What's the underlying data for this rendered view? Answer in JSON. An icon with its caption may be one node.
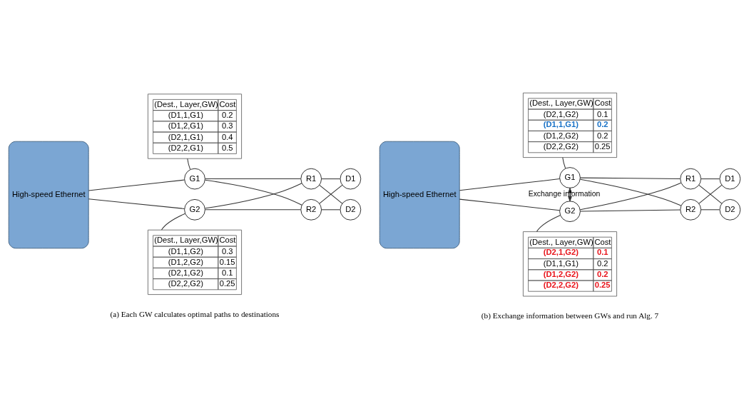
{
  "diagram": {
    "nodes": [
      {
        "text": [
          "High-speed Ethernet"
        ]
      },
      {
        "text": [
          "G1"
        ]
      },
      {
        "text": [
          "R1"
        ]
      },
      {
        "text": [
          "D1"
        ]
      },
      {
        "text": [
          "G2"
        ]
      },
      {
        "text": [
          "R2"
        ]
      },
      {
        "text": [
          "D2"
        ]
      },
      {
        "text": [
          "(Dest., Layer,GW)",
          "Cost",
          "(D1,1,G1)",
          "0.2",
          "(D1,2,G1)",
          "0.3",
          "(D2,1,G1)",
          "0.4",
          "(D2,2,G1)",
          "0.5"
        ]
      },
      {
        "text": [
          "(Dest., Layer,GW)",
          "Cost",
          "(D1,1,G2)",
          "0.3",
          "(D1,2,G2)",
          "0.15",
          "(D2,1,G2)",
          "0.1",
          "(D2,2,G2)",
          "0.25"
        ]
      },
      {
        "text": [
          "High-speed Ethernet"
        ]
      },
      {
        "text": [
          "G1"
        ]
      },
      {
        "text": [
          "R1"
        ]
      },
      {
        "text": [
          "D1"
        ]
      },
      {
        "text": [
          "G2"
        ]
      },
      {
        "text": [
          "R2"
        ]
      },
      {
        "text": [
          "D2"
        ]
      },
      {
        "text": [
          "(Dest., Layer,GW)",
          "Cost",
          "(D2,1,G2)",
          "0.1",
          "(D1,1,G1)",
          "0.2",
          "(D1,2,G2)",
          "0.2",
          "(D2,2,G2)",
          "0.25"
        ]
      },
      {
        "text": [
          "(Dest., Layer,GW)",
          "Cost",
          "(D2,1,G2)",
          "0.1",
          "(D1,1,G1)",
          "0.2",
          "(D1,2,G2)",
          "0.2",
          "(D2,2,G2)",
          "0.25"
        ]
      }
    ],
    "edges": [
      {
        "from": 0,
        "to": 1,
        "arrow": "none"
      },
      {
        "from": 0,
        "to": 4,
        "arrow": "none"
      },
      {
        "from": 1,
        "to": 2,
        "arrow": "none"
      },
      {
        "from": 1,
        "to": 5,
        "arrow": "none"
      },
      {
        "from": 4,
        "to": 2,
        "arrow": "none"
      },
      {
        "from": 4,
        "to": 5,
        "arrow": "none"
      },
      {
        "from": 2,
        "to": 3,
        "arrow": "none"
      },
      {
        "from": 2,
        "to": 6,
        "arrow": "none"
      },
      {
        "from": 5,
        "to": 3,
        "arrow": "none"
      },
      {
        "from": 5,
        "to": 6,
        "arrow": "none"
      },
      {
        "from": 7,
        "to": 1,
        "arrow": "none"
      },
      {
        "from": 8,
        "to": 4,
        "arrow": "none"
      },
      {
        "from": 9,
        "to": 10,
        "arrow": "none"
      },
      {
        "from": 9,
        "to": 13,
        "arrow": "none"
      },
      {
        "from": 10,
        "to": 11,
        "arrow": "none"
      },
      {
        "from": 10,
        "to": 14,
        "arrow": "none"
      },
      {
        "from": 13,
        "to": 11,
        "arrow": "none"
      },
      {
        "from": 13,
        "to": 14,
        "arrow": "none"
      },
      {
        "from": 11,
        "to": 12,
        "arrow": "none"
      },
      {
        "from": 11,
        "to": 15,
        "arrow": "none"
      },
      {
        "from": 14,
        "to": 12,
        "arrow": "none"
      },
      {
        "from": 14,
        "to": 15,
        "arrow": "none"
      },
      {
        "from": 16,
        "to": 10,
        "arrow": "none"
      },
      {
        "from": 17,
        "to": 13,
        "arrow": "none"
      },
      {
        "from": 10,
        "to": 13,
        "arrow": "both",
        "label": "Exchange information"
      }
    ],
    "labels": [
      "(a) Each GW calculates optimal paths to destinations",
      "(b) Exchange information between GWs and run Alg. 7"
    ]
  }
}
